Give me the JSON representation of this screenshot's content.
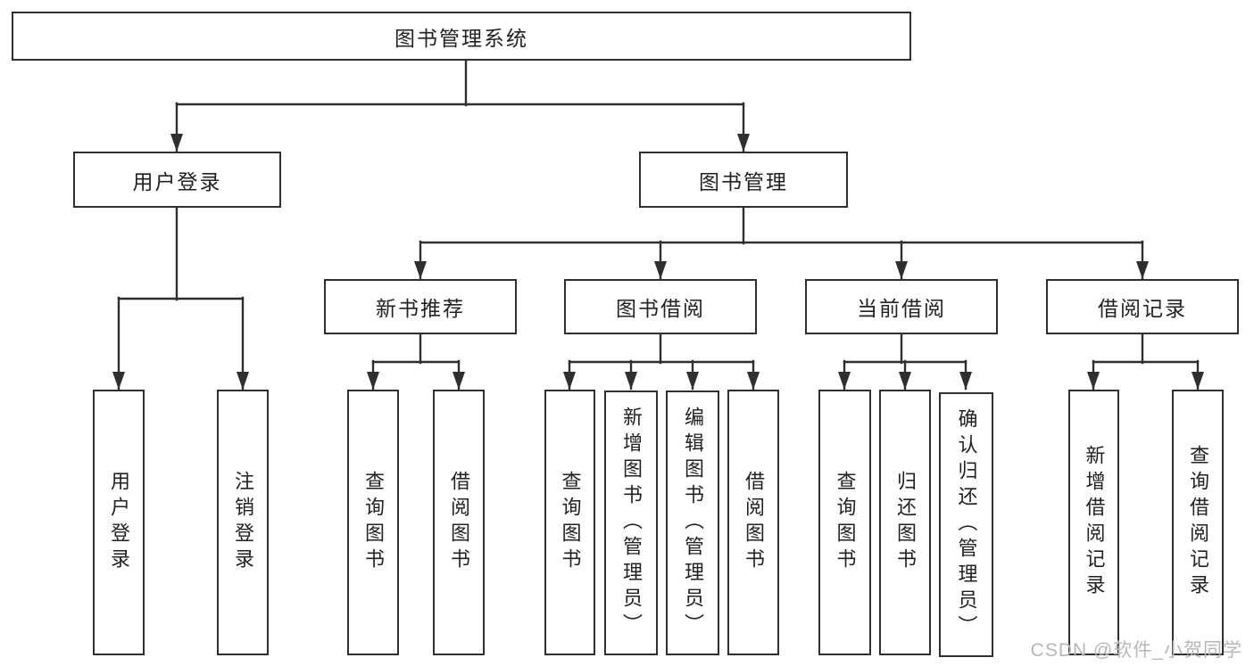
{
  "diagram": {
    "root": "图书管理系统",
    "branches": {
      "user_login": {
        "label": "用户登录",
        "children": [
          "用户登录",
          "注销登录"
        ]
      },
      "book_mgmt": {
        "label": "图书管理",
        "children": [
          {
            "label": "新书推荐",
            "children": [
              "查询图书",
              "借阅图书"
            ]
          },
          {
            "label": "图书借阅",
            "children": [
              "查询图书",
              "新增图书（管理员）",
              "编辑图书（管理员）",
              "借阅图书"
            ]
          },
          {
            "label": "当前借阅",
            "children": [
              "查询图书",
              "归还图书",
              "确认归还（管理员）"
            ]
          },
          {
            "label": "借阅记录",
            "children": [
              "新增借阅记录",
              "查询借阅记录"
            ]
          }
        ]
      }
    }
  },
  "watermark": "CSDN @软件_小贺同学",
  "colors": {
    "line": "#2f2f2f",
    "box_border": "#2f2f2f",
    "text": "#222222",
    "watermark": "#b7b7b7",
    "background": "#ffffff"
  }
}
